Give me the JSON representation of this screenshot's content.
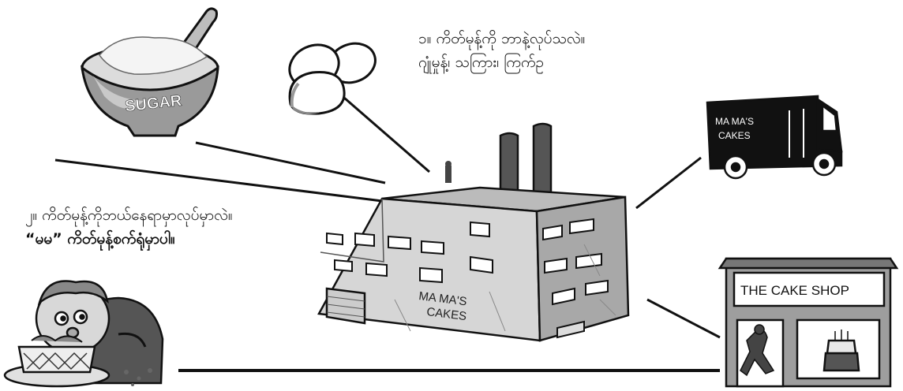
{
  "captions": {
    "q1_line1": "၁။ ကိတ်မုန့်ကို ဘာနဲ့လုပ်သလဲ။",
    "q1_line2": "ဂျုံမှုန့်၊ သကြား၊ ကြက်ဥ",
    "q2_line1": "၂။ ကိတ်မုန့်ကိုဘယ်နေရာမှာလုပ်မှာလဲ။",
    "q2_line2": "“မမ” ကိတ်မုန့်စက်ရုံမှာပါ။"
  },
  "labels": {
    "sugar_bowl": "SUGAR",
    "factory_sign_1": "MA MA'S",
    "factory_sign_2": "CAKES",
    "truck_sign_1": "MA MA'S",
    "truck_sign_2": "CAKES",
    "shop_sign": "THE CAKE SHOP"
  },
  "colors": {
    "ink": "#111111",
    "gray_dark": "#555555",
    "gray_mid": "#8a8a8a",
    "gray_light": "#c8c8c8"
  }
}
